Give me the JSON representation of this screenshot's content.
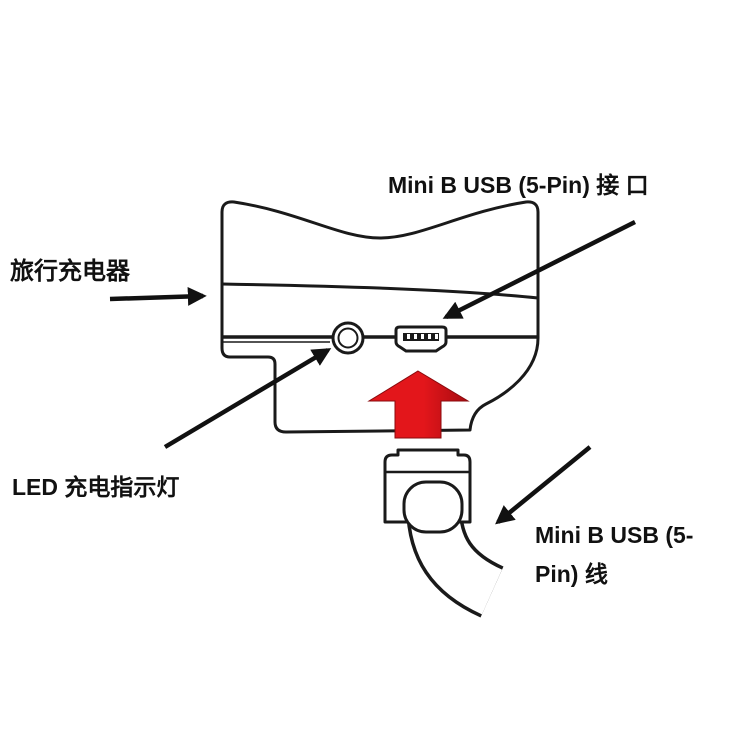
{
  "labels": {
    "port": "Mini B USB (5-Pin) 接 口",
    "charger": "旅行充电器",
    "led": "LED 充电指示灯",
    "cable_line1": "Mini B USB (5-",
    "cable_line2": "Pin) 线"
  },
  "colors": {
    "insert_arrow": "#e3161b",
    "insert_arrow_shade": "#a80c10",
    "outline": "#1a1a1a",
    "background": "#ffffff"
  }
}
